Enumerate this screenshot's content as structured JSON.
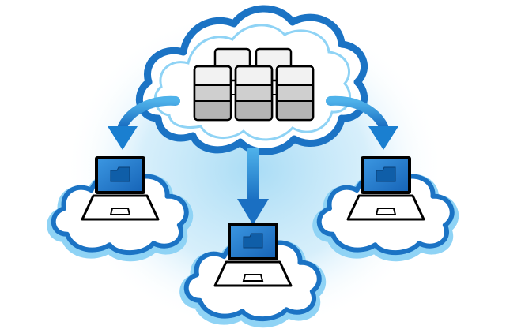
{
  "diagram": {
    "colors": {
      "glow": "#bfe6f8",
      "cloud_outline_dark": "#1b73c4",
      "cloud_outline_light": "#8fd3f5",
      "cloud_fill": "#ffffff",
      "arrow": "#1a7fd0",
      "screen": "#1d79cf",
      "folder": "#0f5ea8",
      "outline": "#000000",
      "server_light": "#f2f2f2",
      "server_mid": "#cfcfcf",
      "server_dark": "#9a9a9a"
    },
    "server_cloud": {
      "servers_front": 3,
      "servers_back": 2
    },
    "clients": [
      {
        "name": "left",
        "icon": "folder-icon"
      },
      {
        "name": "center",
        "icon": "folder-icon"
      },
      {
        "name": "right",
        "icon": "folder-icon"
      }
    ],
    "connections": [
      {
        "from": "server-cloud",
        "to": "left"
      },
      {
        "from": "server-cloud",
        "to": "center"
      },
      {
        "from": "server-cloud",
        "to": "right"
      }
    ]
  }
}
